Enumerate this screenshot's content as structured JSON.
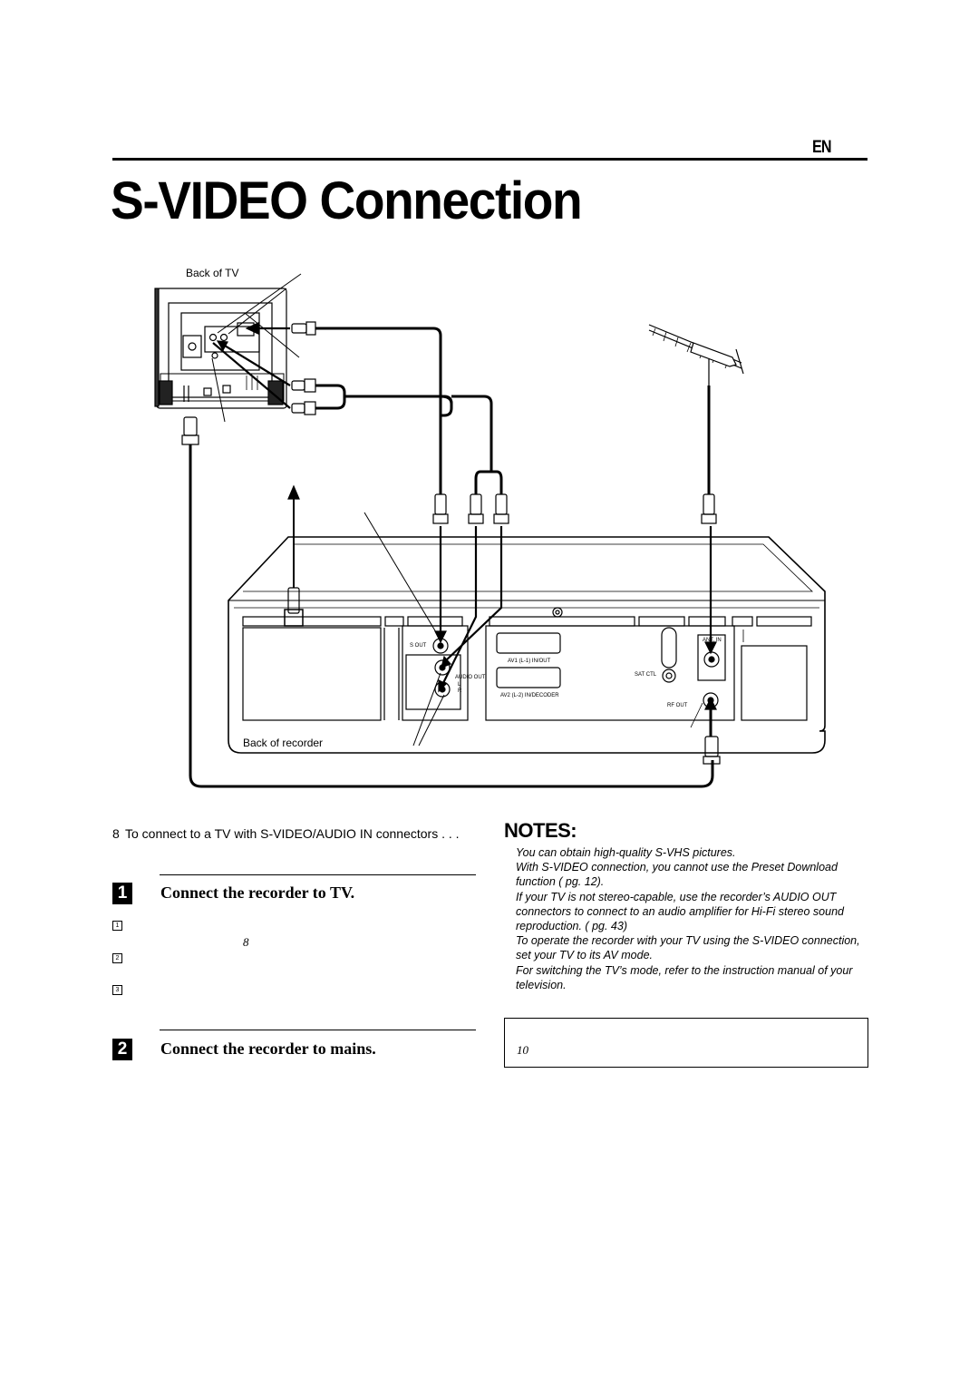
{
  "header": {
    "language_badge": "EN",
    "title": "S-VIDEO Connection"
  },
  "diagram": {
    "back_of_tv_label": "Back of TV",
    "back_of_recorder_label": "Back of recorder",
    "panel_labels": {
      "s_out": "S OUT",
      "av1": "AV1 (L-1) IN/OUT",
      "av2": "AV2 (L-2) IN/DECODER",
      "sat_ctl": "SAT CTL",
      "ant_in": "ANT. IN",
      "rf_out": "RF OUT",
      "audio_out": "AUDIO OUT",
      "l": "L",
      "r": "R"
    }
  },
  "intro": {
    "bullet": "8",
    "text": "To connect to a TV with S-VIDEO/AUDIO IN connectors . . ."
  },
  "steps": [
    {
      "number": "1",
      "title": "Connect the recorder to TV.",
      "substeps": [
        "1",
        "2",
        "3"
      ],
      "reference_number": "8"
    },
    {
      "number": "2",
      "title": "Connect the recorder to mains."
    }
  ],
  "notes": {
    "title": "NOTES:",
    "items": [
      "You can obtain high-quality S-VHS pictures.",
      "With S-VIDEO connection, you cannot use the Preset Download function (     pg. 12).",
      "If your TV is not stereo-capable, use the recorder’s AUDIO OUT connectors to connect to an audio amplifier for Hi-Fi stereo sound reproduction. (     pg. 43)",
      "To operate the recorder with your TV using the S-VIDEO connection, set your TV to its AV mode.",
      "For switching the TV’s mode, refer to the instruction manual of your television."
    ]
  },
  "info_box": {
    "page_reference": "10"
  }
}
